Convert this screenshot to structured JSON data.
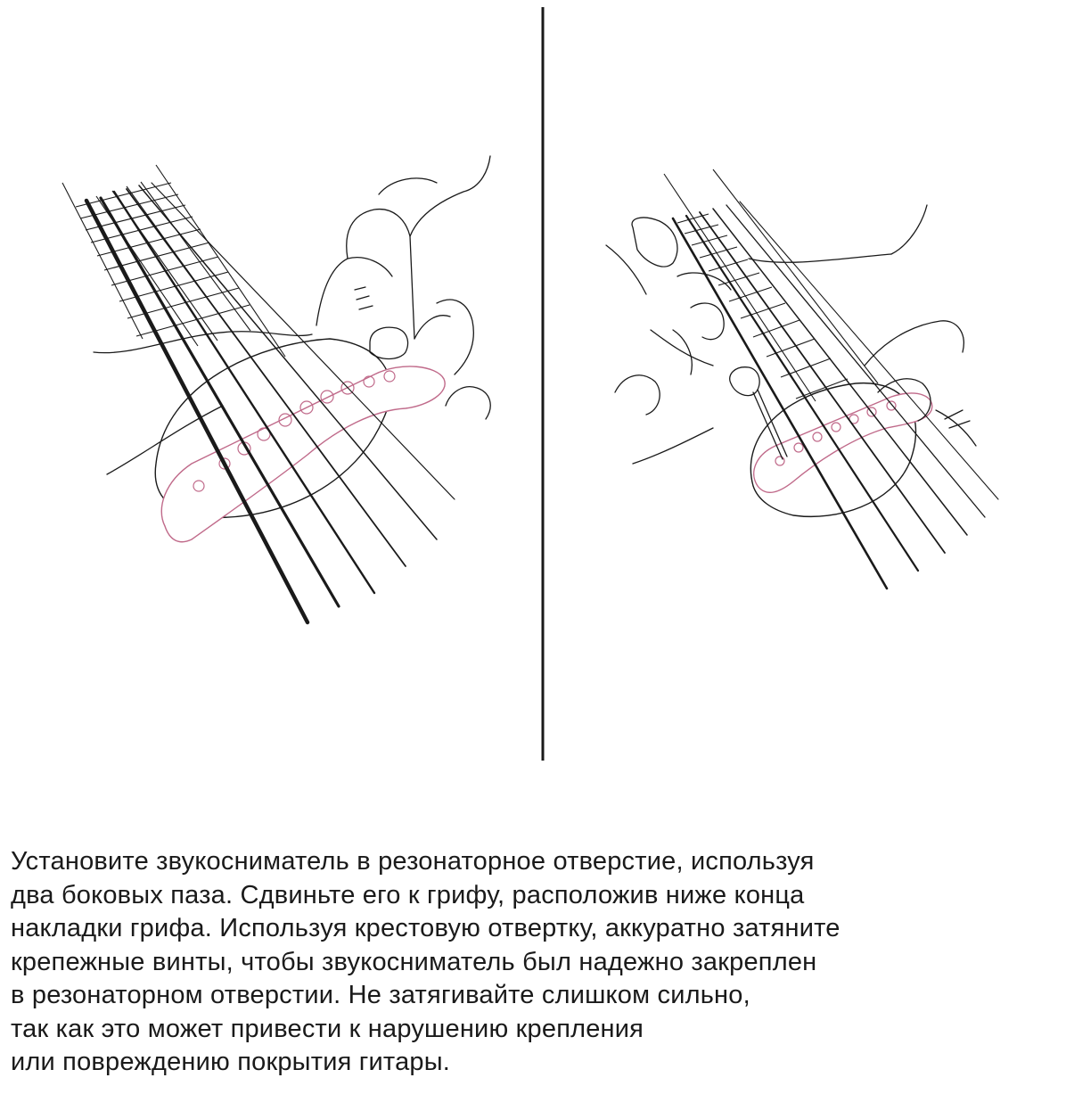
{
  "illustration": {
    "left_panel": "guitar-pickup-insertion",
    "right_panel": "guitar-pickup-screwdriver-tightening",
    "colors": {
      "ink": "#1a1a1a",
      "pickup": "#c06a8a",
      "background": "#ffffff"
    }
  },
  "caption": {
    "lines": [
      "Установите звукосниматель в резонаторное отверстие, используя",
      "два боковых паза. Сдвиньте его к грифу, расположив ниже конца",
      "накладки грифа. Используя крестовую отвертку, аккуратно затяните",
      "крепежные винты, чтобы звукосниматель был надежно закреплен",
      "в резонаторном отверстии. Не затягивайте слишком сильно,",
      "так как это может привести к нарушению крепления",
      "или повреждению покрытия гитары."
    ]
  }
}
